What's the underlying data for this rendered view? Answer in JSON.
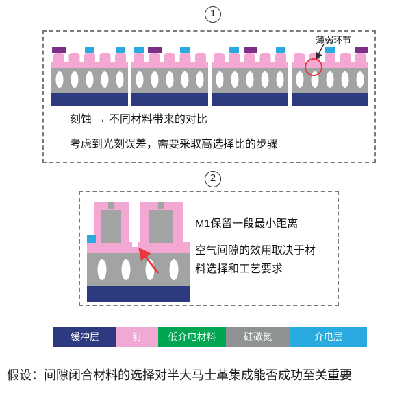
{
  "step1": {
    "number": "1",
    "annotation": "薄弱环节",
    "caption_line1": "刻蚀 → 不同材料带来的对比",
    "caption_line2": "考虑到光刻误差，需要采取高选择比的步骤"
  },
  "step2": {
    "number": "2",
    "caption_line1": "M1保留一段最小距离",
    "caption_line2": "空气间隙的效用取决于材料选择和工艺要求"
  },
  "legend": {
    "items": [
      {
        "label": "缓冲层",
        "color": "#2e3a80"
      },
      {
        "label": "钉",
        "color": "#f0a8d4"
      },
      {
        "label": "低介电材料",
        "color": "#00a651"
      },
      {
        "label": "硅碳氮",
        "color": "#8f9393"
      },
      {
        "label": "介电层",
        "color": "#29abe2"
      }
    ]
  },
  "footer": {
    "hypothesis": "假设：间隙闭合材料的选择对半大马士革集成能否成功至关重要"
  },
  "accent_colors": {
    "weak_link_red": "#e8383d",
    "cap_purple": "#7b2f85"
  }
}
